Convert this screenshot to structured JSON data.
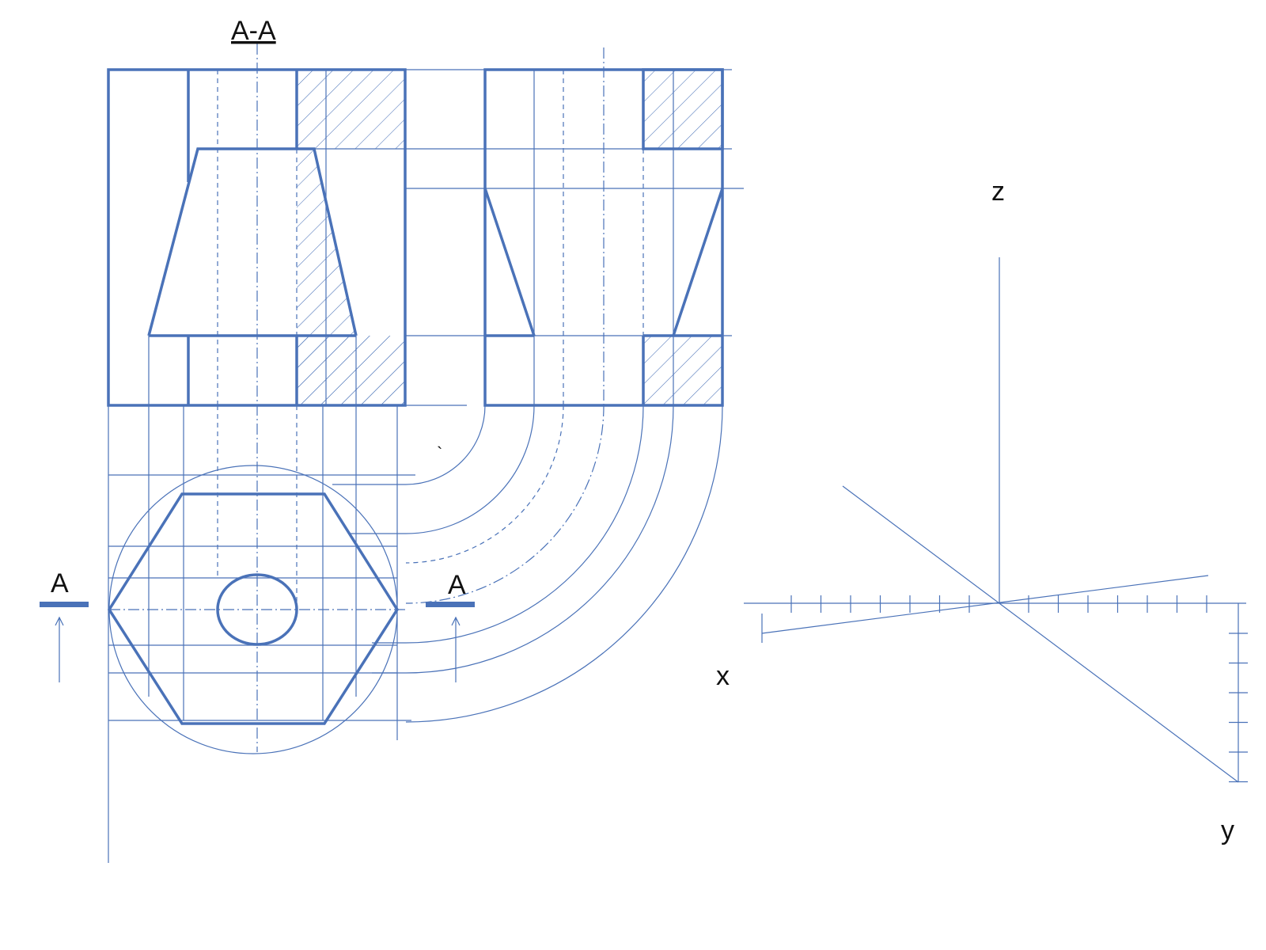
{
  "section_title": "A-A",
  "cut_labels": {
    "left": "A",
    "right": "A"
  },
  "axes": {
    "x": "x",
    "y": "y",
    "z": "z"
  },
  "stray_mark": "`"
}
